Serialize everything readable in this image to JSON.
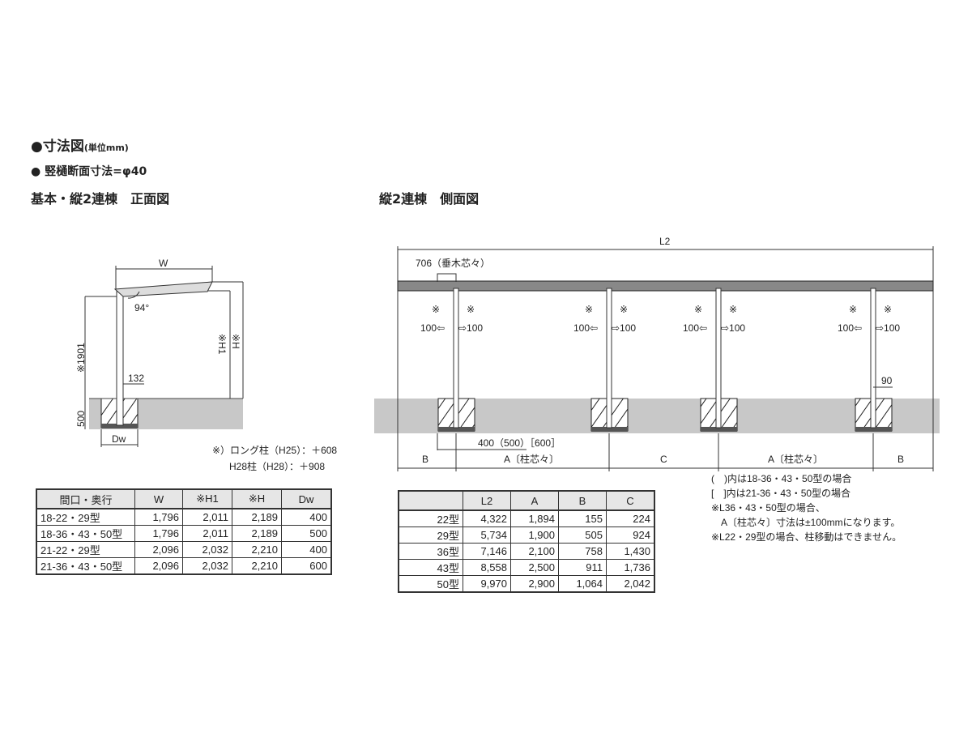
{
  "header": {
    "title": "●寸法図",
    "unit": "(単位mm)",
    "gutter": "● 竪樋断面寸法=φ40"
  },
  "front": {
    "title": "基本・縦2連棟　正面図",
    "w": "W",
    "angle": "94°",
    "h1901": "※1901",
    "h1": "※H1",
    "h": "※H",
    "d132": "132",
    "d500": "500",
    "dw": "Dw",
    "note1": "※）ロング柱（H25）：＋608",
    "note2": "H28柱（H28）：＋908"
  },
  "side": {
    "title": "縦2連棟　側面図",
    "l2": "L2",
    "rafter": "706（垂木芯々）",
    "mark": "※",
    "left100": "100⇦",
    "right100": "⇨100",
    "d90": "90",
    "footing": "400（500）［600］",
    "seg": [
      "B",
      "A〔柱芯々〕",
      "C",
      "A〔柱芯々〕",
      "B"
    ]
  },
  "table1": {
    "headers": [
      "間口・奥行",
      "W",
      "※H1",
      "※H",
      "Dw"
    ],
    "rows": [
      [
        "18-22・29型",
        "1,796",
        "2,011",
        "2,189",
        "400"
      ],
      [
        "18-36・43・50型",
        "1,796",
        "2,011",
        "2,189",
        "500"
      ],
      [
        "21-22・29型",
        "2,096",
        "2,032",
        "2,210",
        "400"
      ],
      [
        "21-36・43・50型",
        "2,096",
        "2,032",
        "2,210",
        "600"
      ]
    ]
  },
  "table2": {
    "headers": [
      "",
      "L2",
      "A",
      "B",
      "C"
    ],
    "rows": [
      [
        "22型",
        "4,322",
        "1,894",
        "155",
        "224"
      ],
      [
        "29型",
        "5,734",
        "1,900",
        "505",
        "924"
      ],
      [
        "36型",
        "7,146",
        "2,100",
        "758",
        "1,430"
      ],
      [
        "43型",
        "8,558",
        "2,500",
        "911",
        "1,736"
      ],
      [
        "50型",
        "9,970",
        "2,900",
        "1,064",
        "2,042"
      ]
    ]
  },
  "notes": [
    "(　)内は18-36・43・50型の場合",
    "[　]内は21-36・43・50型の場合",
    "※L36・43・50型の場合、",
    "　A〔柱芯々〕寸法は±100mmになります。",
    "※L22・29型の場合、柱移動はできません。"
  ]
}
